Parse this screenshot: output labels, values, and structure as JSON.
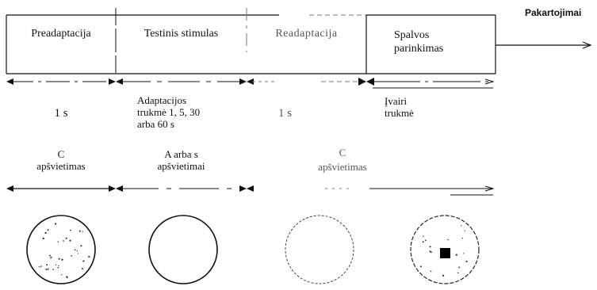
{
  "phases": [
    {
      "name": "Preadaptacija",
      "duration": "1 s",
      "condition_line1": "C",
      "condition_line2": "apšvietimas"
    },
    {
      "name": "Testinis stimulas",
      "duration_line1": "Adaptacijos",
      "duration_line2": "trukmė 1, 5, 30",
      "duration_line3": "arba 60 s",
      "condition_line1": "A arba s",
      "condition_line2": "apšvietimai"
    },
    {
      "name": "Readaptacija",
      "duration": "1 s",
      "condition_line1": "C",
      "condition_line2": "apšvietimas"
    },
    {
      "name_line1": "Spalvos",
      "name_line2": "parinkimas",
      "duration_line1": "Įvairi",
      "duration_line2": "trukmė"
    }
  ],
  "repeat_label": "Pakartojimai",
  "stimuli": [
    "speckled-field",
    "empty-field",
    "empty-field",
    "field-with-square-target"
  ],
  "colors": {
    "ink": "#111111",
    "faint": "#9a9a9a"
  }
}
